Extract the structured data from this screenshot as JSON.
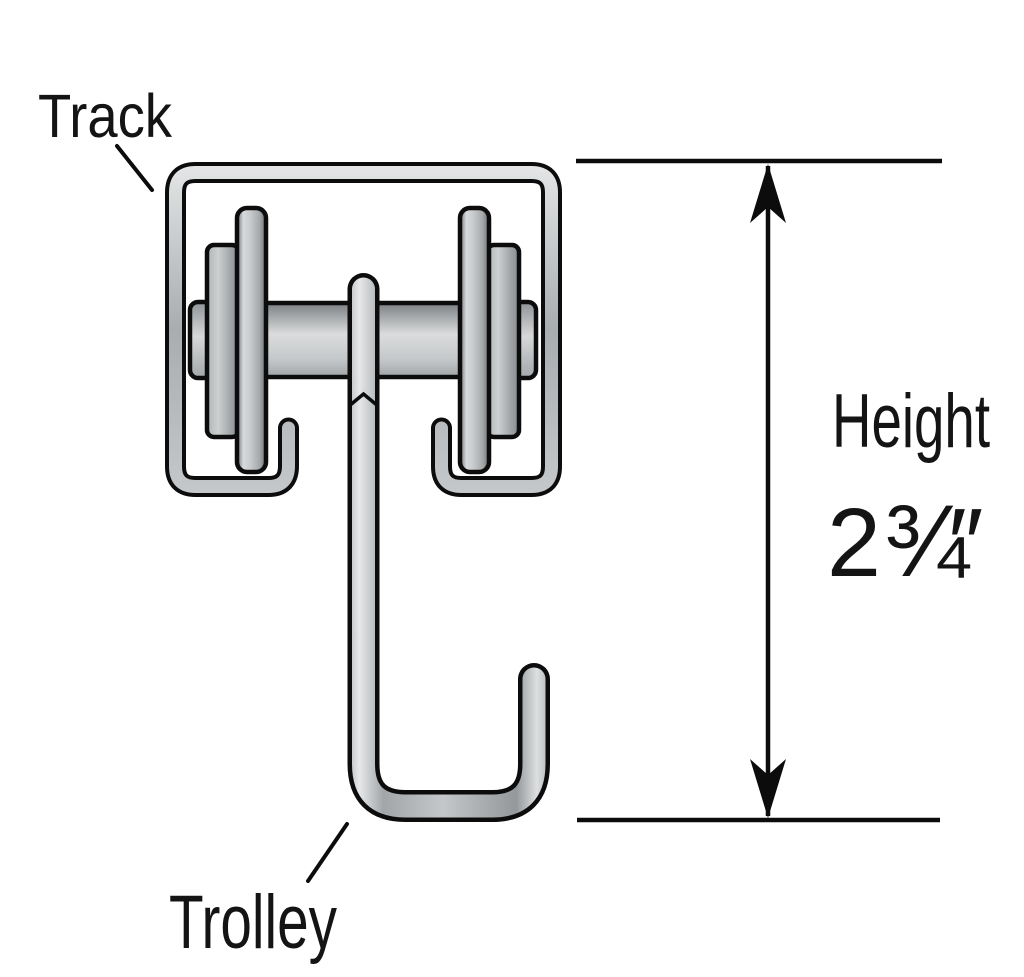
{
  "diagram": {
    "type": "technical-cross-section",
    "subject": "sliding door track and trolley hanger",
    "labels": {
      "track": "Track",
      "trolley": "Trolley"
    },
    "dimension": {
      "name": "Height",
      "whole": "2",
      "fraction": "¾",
      "unit": "″",
      "full_value": "2 3/4 in"
    },
    "colors": {
      "background": "#ffffff",
      "outline": "#0c0c0c",
      "text": "#141414",
      "metal_light": "#e6e8e9",
      "metal_mid": "#a9adb0",
      "metal_dark": "#7d8184"
    }
  }
}
